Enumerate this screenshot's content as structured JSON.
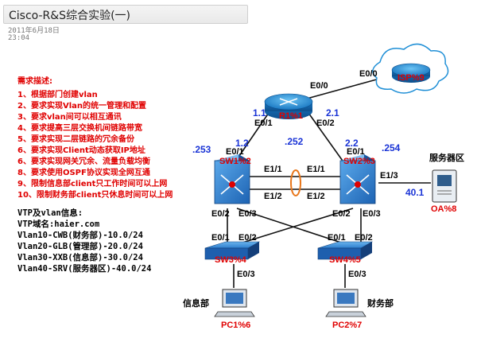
{
  "post": {
    "title": "Cisco-R&S综合实验(一)",
    "date": "2011年6月18日",
    "time": "23:04"
  },
  "requirements": {
    "heading": "需求描述:",
    "items": [
      "1、根据部门创建vlan",
      "2、要求实现Vlan的统一管理和配置",
      "3、要求vlan间可以相互通讯",
      "4、要求提高三层交换机间链路带宽",
      "5、要求实现二层链路的冗余备份",
      "6、要求实现Client动态获取IP地址",
      "6、要求实现网关冗余、流量负载均衡",
      "8、要求使用OSPF协议实现全网互通",
      "9、限制信息部client只工作时间可以上网",
      "10、限制财务部client只休息时间可以上网"
    ]
  },
  "vtp": {
    "heading": "VTP及vlan信息:",
    "domain": "VTP域名:haier.com",
    "vlans": [
      "Vlan10-CWB(财务部)-10.0/24",
      "Vlan20-GLB(管理部)-20.0/24",
      "Vlan30-XXB(信息部)-30.0/24",
      "Vlan40-SRV(服务器区)-40.0/24"
    ]
  },
  "devices": {
    "isp": "ISP%9",
    "r1": "R1%1",
    "sw1": "SW1%2",
    "sw2": "SW2%3",
    "sw3": "SW3%4",
    "sw4": "SW4%5",
    "oa": "OA%8",
    "pc1": "PC1%6",
    "pc2": "PC2%7"
  },
  "areas": {
    "server": "服务器区",
    "info": "信息部",
    "finance": "财务部"
  },
  "ports": {
    "isp_e00": "E0/0",
    "r1_e00": "E0/0",
    "r1_e01": "E0/1",
    "r1_e02": "E0/2",
    "sw1_e01": "E0/1",
    "sw1_e11": "E1/1",
    "sw1_e12": "E1/2",
    "sw1_e02": "E0/2",
    "sw1_e03": "E0/3",
    "sw2_e01": "E0/1",
    "sw2_e11": "E1/1",
    "sw2_e12": "E1/2",
    "sw2_e13": "E1/3",
    "sw2_e02": "E0/2",
    "sw2_e03": "E0/3",
    "sw3_e01": "E0/1",
    "sw3_e02": "E0/2",
    "sw3_e03": "E0/3",
    "sw4_e01": "E0/1",
    "sw4_e02": "E0/2",
    "sw4_e03": "E0/3"
  },
  "ips": {
    "r1_left": "1.1",
    "r1_right": "2.1",
    "sw1_up": "1.2",
    "sw2_up": "2.2",
    "sw1_vip": ".253",
    "hsrp_vip": ".252",
    "sw2_vip": ".254",
    "oa_ip": "40.1"
  },
  "colors": {
    "router_blue": "#1f8fd6",
    "switch_blue": "#2a7bd1",
    "label_red": "#e00000",
    "ip_blue": "#1a34d6",
    "bundle_orange": "#e8761a"
  }
}
